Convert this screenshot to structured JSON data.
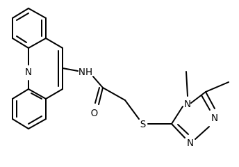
{
  "diagram": {
    "type": "chemical-structure",
    "bond_color": "#000000",
    "background": "#ffffff",
    "atom_labels": [
      {
        "id": "n-acridine",
        "text": "N"
      },
      {
        "id": "nh-amide",
        "text": "NH"
      },
      {
        "id": "o-carbonyl",
        "text": "O"
      },
      {
        "id": "s-thioether",
        "text": "S"
      },
      {
        "id": "n-triazole-4",
        "text": "N"
      },
      {
        "id": "n-triazole-1",
        "text": "N"
      },
      {
        "id": "n-triazole-2",
        "text": "N"
      }
    ]
  }
}
